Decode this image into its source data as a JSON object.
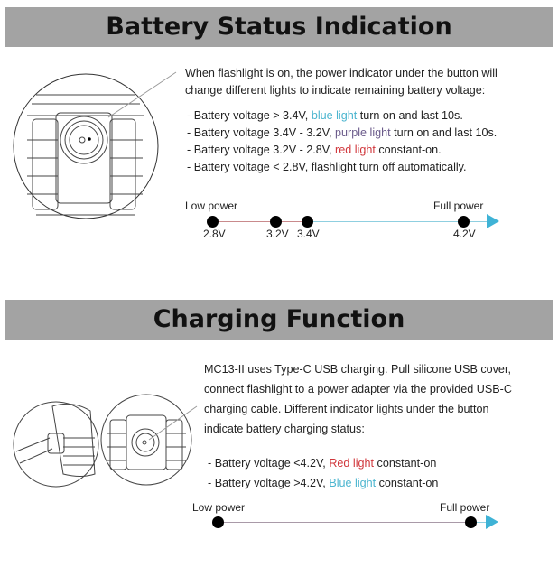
{
  "battery_section": {
    "title": "Battery Status Indication",
    "intro_line1": "When flashlight is on, the power indicator under the button will",
    "intro_line2": "change different lights to indicate remaining battery voltage:",
    "bullets": [
      {
        "pre": "- Battery voltage > 3.4V, ",
        "color_text": "blue light",
        "post": " turn on and last 10s."
      },
      {
        "pre": "- Battery voltage 3.4V - 3.2V, ",
        "color_text": "purple light",
        "post": " turn on and last 10s."
      },
      {
        "pre": "- Battery voltage 3.2V - 2.8V, ",
        "color_text": "red light",
        "post": " constant-on."
      },
      {
        "pre": "- Battery voltage < 2.8V, flashlight turn off automatically.",
        "color_text": "",
        "post": ""
      }
    ],
    "scale": {
      "low_label": "Low power",
      "full_label": "Full power",
      "ticks": [
        "2.8V",
        "3.2V",
        "3.4V",
        "4.2V"
      ]
    }
  },
  "charging_section": {
    "title": "Charging Function",
    "intro_lines": [
      "MC13-II uses Type-C USB charging. Pull silicone USB cover,",
      "connect flashlight to a power adapter via the provided USB-C",
      "charging cable. Different indicator lights under the button",
      "indicate battery charging status:"
    ],
    "bullets": [
      {
        "pre": "- Battery voltage <4.2V, ",
        "color_text": "Red light",
        "post": " constant-on"
      },
      {
        "pre": "- Battery voltage >4.2V, ",
        "color_text": "Blue light",
        "post": " constant-on"
      }
    ],
    "scale": {
      "low_label": "Low power",
      "full_label": "Full power"
    }
  },
  "colors": {
    "blue": "#4bb5cf",
    "purple": "#6a5a8a",
    "red": "#d0363b",
    "header_bg": "#a3a3a3"
  }
}
